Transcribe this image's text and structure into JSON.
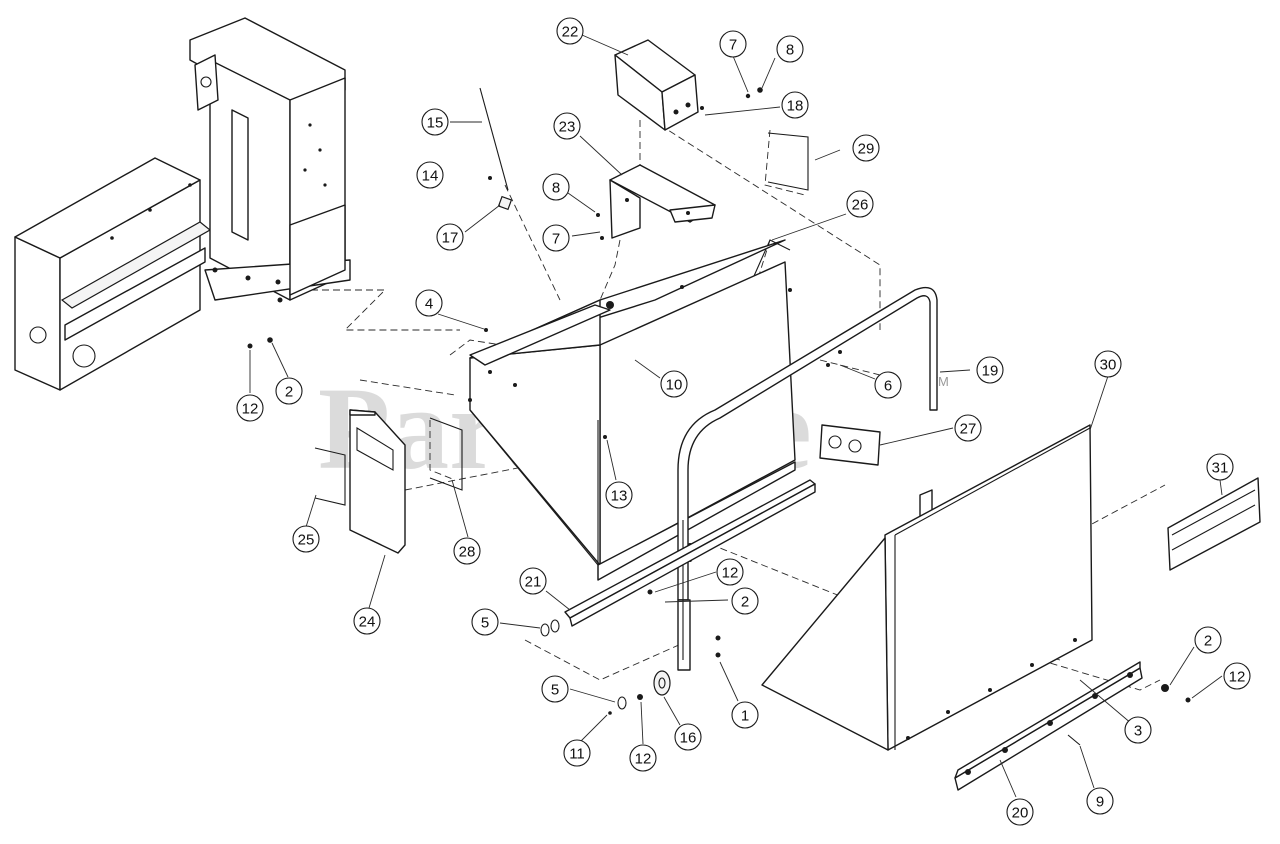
{
  "watermark": {
    "text": "PartsTree",
    "trademark": "TM"
  },
  "callouts": [
    {
      "id": "c22",
      "label": "22"
    },
    {
      "id": "c7a",
      "label": "7"
    },
    {
      "id": "c8a",
      "label": "8"
    },
    {
      "id": "c18",
      "label": "18"
    },
    {
      "id": "c15",
      "label": "15"
    },
    {
      "id": "c23",
      "label": "23"
    },
    {
      "id": "c29",
      "label": "29"
    },
    {
      "id": "c14",
      "label": "14"
    },
    {
      "id": "c8b",
      "label": "8"
    },
    {
      "id": "c26",
      "label": "26"
    },
    {
      "id": "c17",
      "label": "17"
    },
    {
      "id": "c7b",
      "label": "7"
    },
    {
      "id": "c4",
      "label": "4"
    },
    {
      "id": "c10",
      "label": "10"
    },
    {
      "id": "c6",
      "label": "6"
    },
    {
      "id": "c19",
      "label": "19"
    },
    {
      "id": "c30",
      "label": "30"
    },
    {
      "id": "c12a",
      "label": "12"
    },
    {
      "id": "c2a",
      "label": "2"
    },
    {
      "id": "c27",
      "label": "27"
    },
    {
      "id": "c31",
      "label": "31"
    },
    {
      "id": "c13",
      "label": "13"
    },
    {
      "id": "c25",
      "label": "25"
    },
    {
      "id": "c28",
      "label": "28"
    },
    {
      "id": "c21",
      "label": "21"
    },
    {
      "id": "c12b",
      "label": "12"
    },
    {
      "id": "c2b",
      "label": "2"
    },
    {
      "id": "c24",
      "label": "24"
    },
    {
      "id": "c5a",
      "label": "5"
    },
    {
      "id": "c2c",
      "label": "2"
    },
    {
      "id": "c12c",
      "label": "12"
    },
    {
      "id": "c1",
      "label": "1"
    },
    {
      "id": "c5b",
      "label": "5"
    },
    {
      "id": "c3",
      "label": "3"
    },
    {
      "id": "c11",
      "label": "11"
    },
    {
      "id": "c16",
      "label": "16"
    },
    {
      "id": "c12d",
      "label": "12"
    },
    {
      "id": "c9",
      "label": "9"
    },
    {
      "id": "c20",
      "label": "20"
    }
  ]
}
